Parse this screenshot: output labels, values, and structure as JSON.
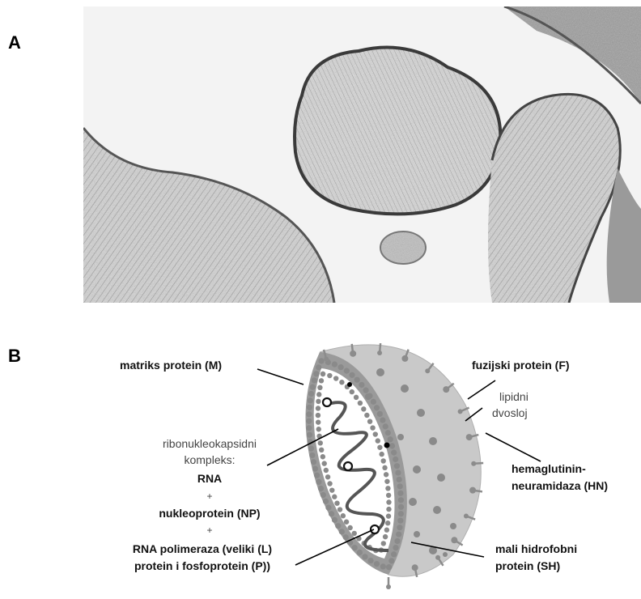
{
  "panel_a": {
    "letter": "A"
  },
  "panel_b": {
    "letter": "B",
    "labels": {
      "matrix_protein": "matriks protein (M)",
      "fusion_protein": "fuzijski protein (F)",
      "lipid_bilayer_1": "lipidni",
      "lipid_bilayer_2": "dvosloj",
      "rnp_1": "ribonukleokapsidni",
      "rnp_2": "kompleks:",
      "rna": "RNA",
      "plus_1": "+",
      "nucleoprotein": "nukleoprotein (NP)",
      "plus_2": "+",
      "polymerase_1": "RNA polimeraza (veliki (L)",
      "polymerase_2": "protein i fosfoprotein (P))",
      "hn_1": "hemaglutinin-",
      "hn_2": "neuramidaza (HN)",
      "sh_1": "mali hidrofobni",
      "sh_2": "protein (SH)"
    }
  },
  "colors": {
    "shell": "#c9c9c9",
    "inner_face": "#9a9a9a",
    "bead": "#8a8a8a",
    "spike": "#8c8c8c",
    "rna_strand": "#555555"
  }
}
